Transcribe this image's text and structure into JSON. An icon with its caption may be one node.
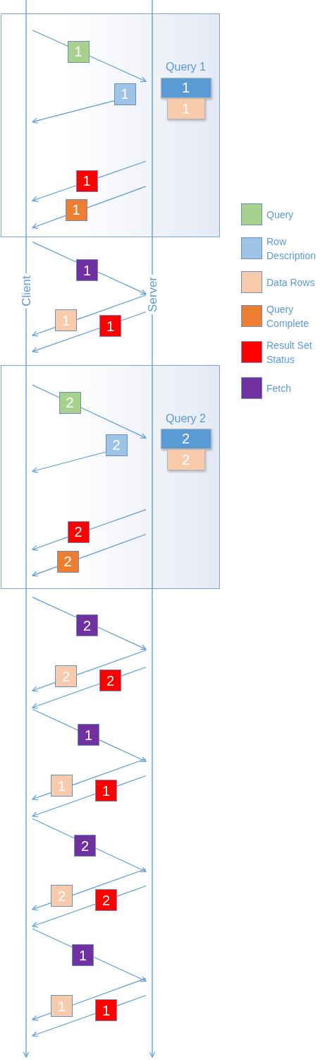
{
  "diagram": {
    "nodes": [
      {
        "text": [
          "Client"
        ]
      },
      {
        "text": [
          "Server"
        ]
      },
      {
        "text": [
          "Query 1"
        ]
      },
      {
        "text": [
          "1"
        ],
        "in": 2
      },
      {
        "text": [
          "1"
        ],
        "in": 2
      },
      {
        "text": [
          "1"
        ],
        "in": 2
      },
      {
        "text": [
          "1"
        ],
        "in": 2
      },
      {
        "text": [
          "1"
        ],
        "in": 2
      },
      {
        "text": [
          "1"
        ],
        "in": 2
      },
      {
        "text": [
          "1"
        ]
      },
      {
        "text": [
          "1"
        ]
      },
      {
        "text": [
          "1"
        ]
      },
      {
        "text": [
          "Query 2"
        ]
      },
      {
        "text": [
          "2"
        ],
        "in": 12
      },
      {
        "text": [
          "2"
        ],
        "in": 12
      },
      {
        "text": [
          "2"
        ],
        "in": 12
      },
      {
        "text": [
          "2"
        ],
        "in": 12
      },
      {
        "text": [
          "2"
        ],
        "in": 12
      },
      {
        "text": [
          "2"
        ],
        "in": 12
      },
      {
        "text": [
          "2"
        ]
      },
      {
        "text": [
          "2"
        ]
      },
      {
        "text": [
          "2"
        ]
      },
      {
        "text": [
          "1"
        ]
      },
      {
        "text": [
          "1"
        ]
      },
      {
        "text": [
          "1"
        ]
      },
      {
        "text": [
          "2"
        ]
      },
      {
        "text": [
          "2"
        ]
      },
      {
        "text": [
          "2"
        ]
      },
      {
        "text": [
          "1"
        ]
      },
      {
        "text": [
          "1"
        ]
      },
      {
        "text": [
          "1"
        ]
      }
    ],
    "edges": [
      {
        "from": 0,
        "to": 3,
        "arrow": "none"
      },
      {
        "from": 3,
        "to": 1,
        "arrow": "to"
      },
      {
        "from": 4,
        "to": 0,
        "arrow": "to"
      },
      {
        "from": 1,
        "to": 7,
        "arrow": "none"
      },
      {
        "from": 7,
        "to": 0,
        "arrow": "to"
      },
      {
        "from": 1,
        "to": 8,
        "arrow": "none"
      },
      {
        "from": 8,
        "to": 0,
        "arrow": "to"
      },
      {
        "from": 0,
        "to": 9,
        "arrow": "none"
      },
      {
        "from": 9,
        "to": 1,
        "arrow": "to"
      },
      {
        "from": 1,
        "to": 10,
        "arrow": "none"
      },
      {
        "from": 10,
        "to": 0,
        "arrow": "to"
      },
      {
        "from": 1,
        "to": 11,
        "arrow": "none"
      },
      {
        "from": 11,
        "to": 0,
        "arrow": "to"
      },
      {
        "from": 0,
        "to": 13,
        "arrow": "none"
      },
      {
        "from": 13,
        "to": 1,
        "arrow": "to"
      },
      {
        "from": 14,
        "to": 0,
        "arrow": "to"
      },
      {
        "from": 1,
        "to": 17,
        "arrow": "none"
      },
      {
        "from": 17,
        "to": 0,
        "arrow": "to"
      },
      {
        "from": 1,
        "to": 18,
        "arrow": "none"
      },
      {
        "from": 18,
        "to": 0,
        "arrow": "to"
      },
      {
        "from": 0,
        "to": 19,
        "arrow": "none"
      },
      {
        "from": 19,
        "to": 1,
        "arrow": "to"
      },
      {
        "from": 1,
        "to": 20,
        "arrow": "none"
      },
      {
        "from": 20,
        "to": 0,
        "arrow": "to"
      },
      {
        "from": 1,
        "to": 21,
        "arrow": "none"
      },
      {
        "from": 21,
        "to": 0,
        "arrow": "to"
      },
      {
        "from": 0,
        "to": 22,
        "arrow": "none"
      },
      {
        "from": 22,
        "to": 1,
        "arrow": "to"
      },
      {
        "from": 1,
        "to": 23,
        "arrow": "none"
      },
      {
        "from": 23,
        "to": 0,
        "arrow": "to"
      },
      {
        "from": 1,
        "to": 24,
        "arrow": "none"
      },
      {
        "from": 24,
        "to": 0,
        "arrow": "to"
      },
      {
        "from": 0,
        "to": 25,
        "arrow": "none"
      },
      {
        "from": 25,
        "to": 1,
        "arrow": "to"
      },
      {
        "from": 1,
        "to": 26,
        "arrow": "none"
      },
      {
        "from": 26,
        "to": 0,
        "arrow": "to"
      },
      {
        "from": 1,
        "to": 27,
        "arrow": "none"
      },
      {
        "from": 27,
        "to": 0,
        "arrow": "to"
      },
      {
        "from": 0,
        "to": 28,
        "arrow": "none"
      },
      {
        "from": 28,
        "to": 1,
        "arrow": "to"
      },
      {
        "from": 1,
        "to": 29,
        "arrow": "none"
      },
      {
        "from": 29,
        "to": 0,
        "arrow": "to"
      },
      {
        "from": 1,
        "to": 30,
        "arrow": "none"
      },
      {
        "from": 30,
        "to": 0,
        "arrow": "to"
      }
    ],
    "legend": [
      {
        "text": "Query",
        "color": "#a9d18e"
      },
      {
        "text": "Row Description",
        "color": "#9dc3e6"
      },
      {
        "text": "Data Rows",
        "color": "#f8cbad"
      },
      {
        "text": "Query Complete",
        "color": "#ed7d31"
      },
      {
        "text": "Result Set Status",
        "color": "#ff0000"
      },
      {
        "text": "Fetch",
        "color": "#7030a0"
      }
    ]
  }
}
